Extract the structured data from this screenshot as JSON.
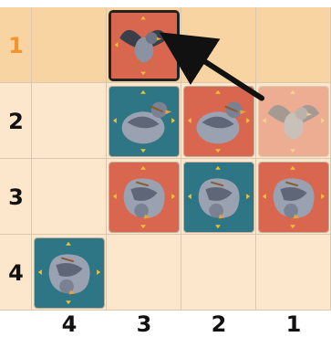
{
  "rows": [
    {
      "label": "1",
      "highlight": true
    },
    {
      "label": "2",
      "highlight": false
    },
    {
      "label": "3",
      "highlight": false
    },
    {
      "label": "4",
      "highlight": false
    }
  ],
  "columns": [
    "4",
    "3",
    "2",
    "1"
  ],
  "colors": {
    "highlight_row": "#f8d4a2",
    "board_bg": "#fce7cd",
    "red_tile": "#d9674f",
    "teal_tile": "#2e7585",
    "row_label_active": "#f29531",
    "row_label_default": "#111111",
    "arrow": "#111111"
  },
  "tiles": [
    {
      "row": 1,
      "col": 2,
      "color": "red",
      "pose": "flying",
      "state": "selected"
    },
    {
      "row": 2,
      "col": 2,
      "color": "teal",
      "pose": "sitting",
      "state": "normal"
    },
    {
      "row": 2,
      "col": 3,
      "color": "red",
      "pose": "sitting",
      "state": "normal"
    },
    {
      "row": 2,
      "col": 4,
      "color": "red",
      "pose": "flying",
      "state": "faded"
    },
    {
      "row": 3,
      "col": 2,
      "color": "red",
      "pose": "curled",
      "state": "normal"
    },
    {
      "row": 3,
      "col": 3,
      "color": "teal",
      "pose": "curled",
      "state": "normal"
    },
    {
      "row": 3,
      "col": 4,
      "color": "red",
      "pose": "curled",
      "state": "normal"
    },
    {
      "row": 4,
      "col": 1,
      "color": "teal",
      "pose": "curled",
      "state": "normal"
    }
  ],
  "move": {
    "from": {
      "row": 2,
      "col": 4
    },
    "to": {
      "row": 1,
      "col": 2
    }
  }
}
